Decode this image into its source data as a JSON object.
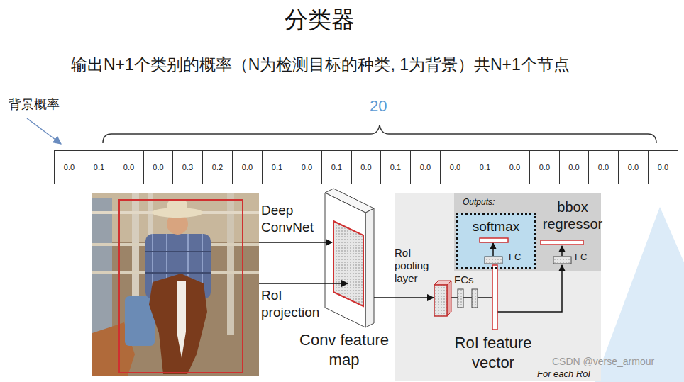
{
  "diagram": {
    "title": "分类器",
    "nodes": [
      {
        "text": [
          "0.0"
        ]
      },
      {
        "text": [
          "0.1"
        ]
      },
      {
        "text": [
          "0.0"
        ]
      },
      {
        "text": [
          "0.0"
        ]
      },
      {
        "text": [
          "0.3"
        ]
      },
      {
        "text": [
          "0.2"
        ]
      },
      {
        "text": [
          "0.0"
        ]
      },
      {
        "text": [
          "0.1"
        ]
      },
      {
        "text": [
          "0.0"
        ]
      },
      {
        "text": [
          "0.1"
        ]
      },
      {
        "text": [
          "0.0"
        ]
      },
      {
        "text": [
          "0.1"
        ]
      },
      {
        "text": [
          "0.0"
        ]
      },
      {
        "text": [
          "0.0"
        ]
      },
      {
        "text": [
          "0.1"
        ]
      },
      {
        "text": [
          "0.0"
        ]
      },
      {
        "text": [
          "0.0"
        ]
      },
      {
        "text": [
          "0.0"
        ]
      },
      {
        "text": [
          "0.0"
        ]
      },
      {
        "text": [
          "0.0"
        ]
      },
      {
        "text": [
          "0.0"
        ]
      },
      {
        "text": [
          "For each RoI"
        ]
      },
      {
        "text": [
          "Outputs:"
        ],
        "in": 21
      },
      {
        "text": [
          "softmax",
          "FC"
        ],
        "in": 22
      }
    ],
    "labels": [
      "输出N+1个类别的概率（N为检测目标的种类, 1为背景）共N+1个节点",
      "背景概率",
      "20",
      "Deep ConvNet",
      "RoI projection",
      "Conv feature map",
      "RoI pooling layer",
      "FCs",
      "bbox regressor",
      "FC",
      "RoI feature vector",
      "CSDN @verse_armour"
    ]
  }
}
